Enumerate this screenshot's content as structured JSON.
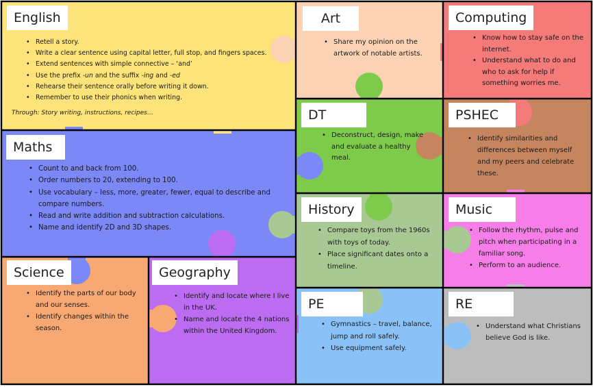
{
  "colors": {
    "english": "#fde47a",
    "art": "#fbd2b4",
    "computing": "#f57a7a",
    "maths": "#7c88f6",
    "dt": "#7ecb4c",
    "pshec": "#c4855f",
    "history": "#a8c994",
    "music": "#f77ee8",
    "science": "#f8a873",
    "geography": "#bc6cf0",
    "pe": "#8ac2f7",
    "re": "#bdbdbd",
    "outline": "#000000"
  },
  "pieces": {
    "english": {
      "title": "English",
      "items": [
        "Retell a story.",
        "Write a clear sentence using capital letter, full stop, and fingers spaces.",
        "Extend sentences with simple connective – ‘and’",
        {
          "a": "Use the prefix ",
          "b": "-un",
          "c": " and the suffix ",
          "d": "-ing",
          "e": " and ",
          "f": "-ed"
        },
        "Rehearse their sentence orally before writing it down.",
        "Remember to use their phonics when writing."
      ],
      "note": "Through: Story writing, instructions, recipes…"
    },
    "art": {
      "title": "Art",
      "items": [
        "Share my opinion on the artwork of notable artists."
      ]
    },
    "computing": {
      "title": "Computing",
      "items": [
        "Know how to stay safe on the internet.",
        "Understand what to do and who to ask for help if something worries me."
      ]
    },
    "maths": {
      "title": "Maths",
      "items": [
        "Count to and back from 100.",
        "Order numbers to 20, extending to 100.",
        "Use vocabulary – less, more, greater, fewer, equal to describe and compare numbers.",
        "Read and write addition and subtraction calculations.",
        "Name and identify 2D and 3D shapes."
      ]
    },
    "dt": {
      "title": "DT",
      "items": [
        "Deconstruct, design, make and evaluate a healthy meal."
      ]
    },
    "pshec": {
      "title": "PSHEC",
      "items": [
        "Identify similarities and differences between myself and my peers and celebrate these."
      ]
    },
    "history": {
      "title": "History",
      "items": [
        "Compare toys from the 1960s with toys of today.",
        "Place significant dates onto a timeline."
      ]
    },
    "music": {
      "title": "Music",
      "items": [
        "Follow the rhythm, pulse and pitch when participating in a familiar song.",
        "Perform to an audience."
      ]
    },
    "science": {
      "title": "Science",
      "items": [
        "Identify the parts of our body and our senses.",
        "Identify changes within the season."
      ]
    },
    "geography": {
      "title": "Geography",
      "items": [
        "Identify and locate where I live in the UK.",
        "Name and locate the 4 nations within the United Kingdom."
      ]
    },
    "pe": {
      "title": "PE",
      "items": [
        "Gymnastics – travel, balance, jump and roll safely.",
        "Use equipment safely."
      ]
    },
    "re": {
      "title": "RE",
      "items": [
        "Understand what Christians believe God is like."
      ]
    }
  }
}
